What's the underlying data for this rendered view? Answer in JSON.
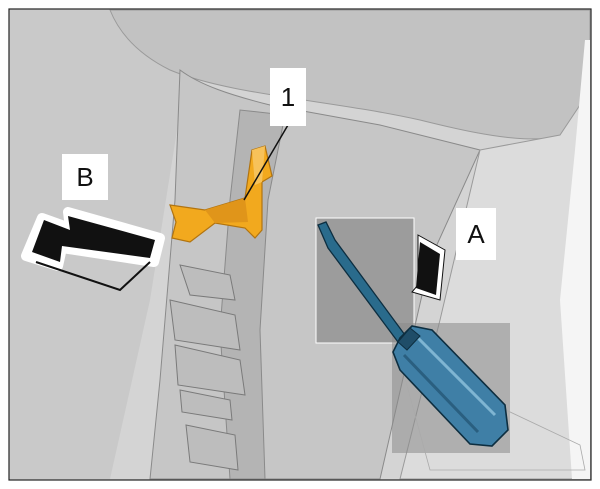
{
  "figure": {
    "callouts": {
      "part_number": "1",
      "direction_a": "A",
      "direction_b": "B"
    }
  },
  "colors": {
    "background_panel": "#d2d2d2",
    "pillar_trim": "#c4c4c4",
    "clip_part": "#f2a91e",
    "screwdriver_handle": "#3f7fa6",
    "arrow_fill": "#111111"
  },
  "icons": [
    "screwdriver-icon",
    "direction-arrow-icon"
  ]
}
